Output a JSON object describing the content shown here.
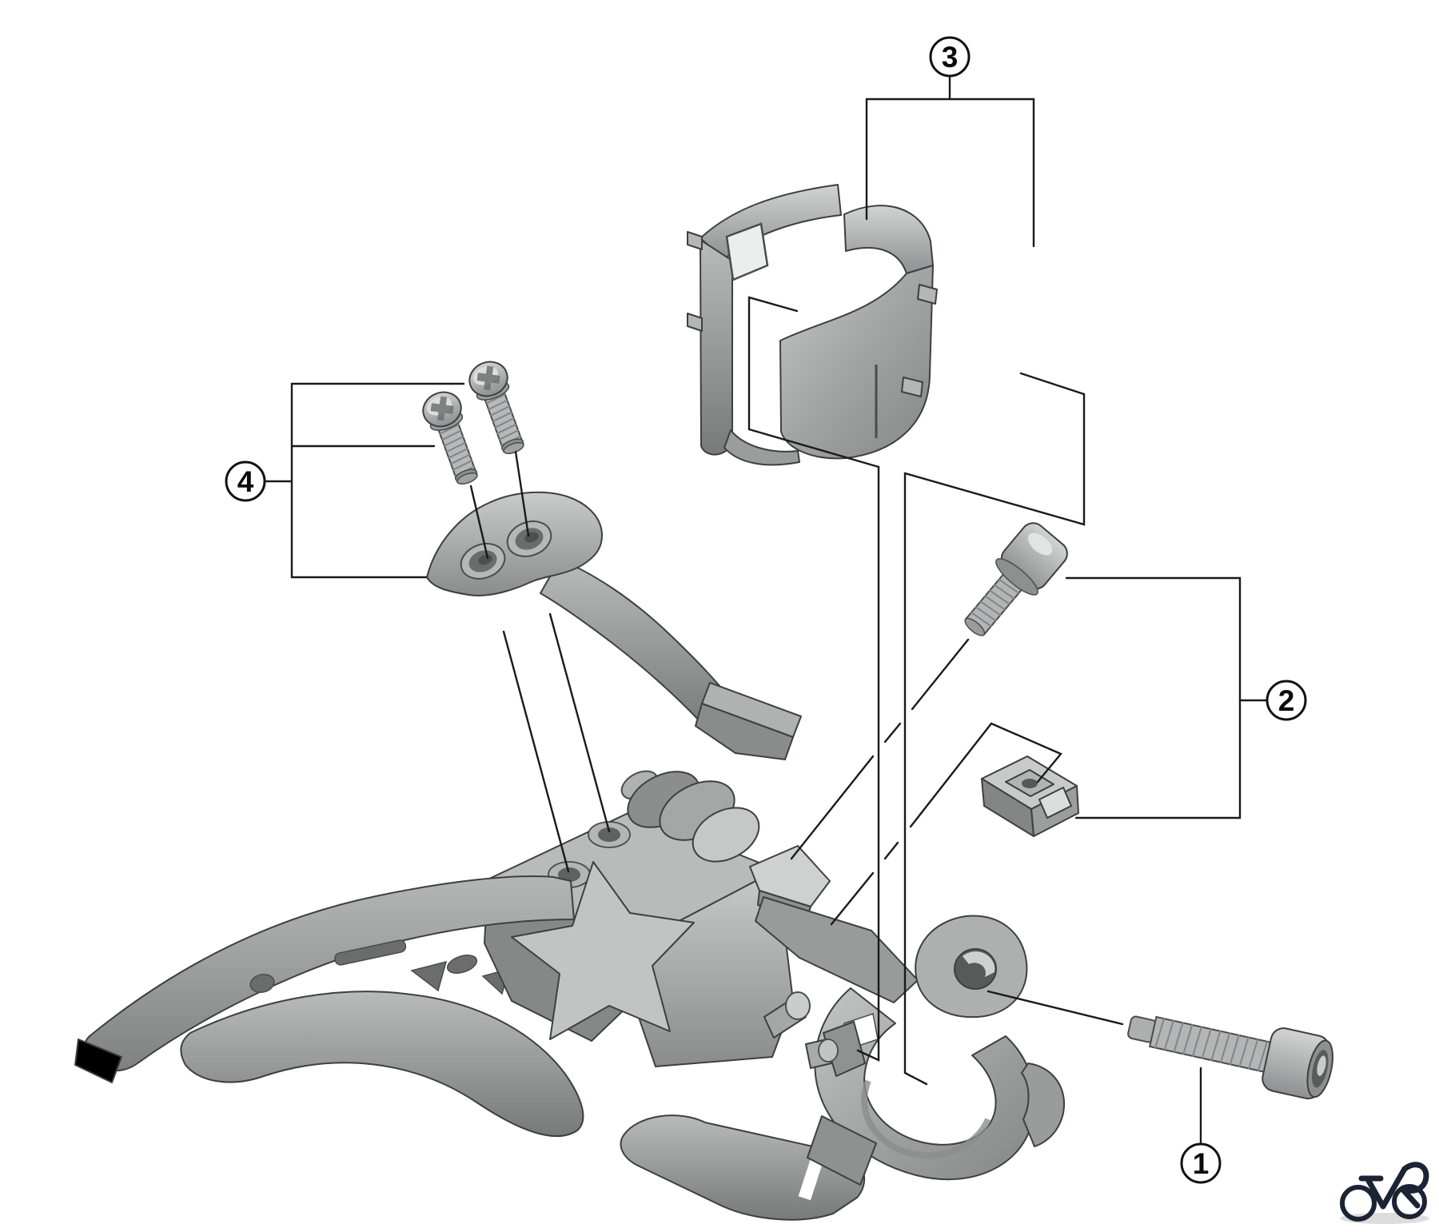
{
  "page": {
    "background": "#ffffff",
    "description_kind": "exploded-parts-diagram"
  },
  "callouts": [
    {
      "number": "1",
      "part": "clamp-bolt"
    },
    {
      "number": "2",
      "part": "band-fixing-bolt-and-square-nut"
    },
    {
      "number": "3",
      "part": "clamp-band-adapter"
    },
    {
      "number": "4",
      "part": "fixing-screws-and-back-plate"
    }
  ],
  "colors": {
    "line": "#1a1a1a",
    "outline": "#3d3f40",
    "metal_light": "#cdcfce",
    "metal_mid": "#a7a9a8",
    "metal_dark": "#7d7f7e",
    "metal_deep": "#5f6160",
    "logo": "#1c2333"
  },
  "logo": {
    "name": "bicycle-logo"
  }
}
